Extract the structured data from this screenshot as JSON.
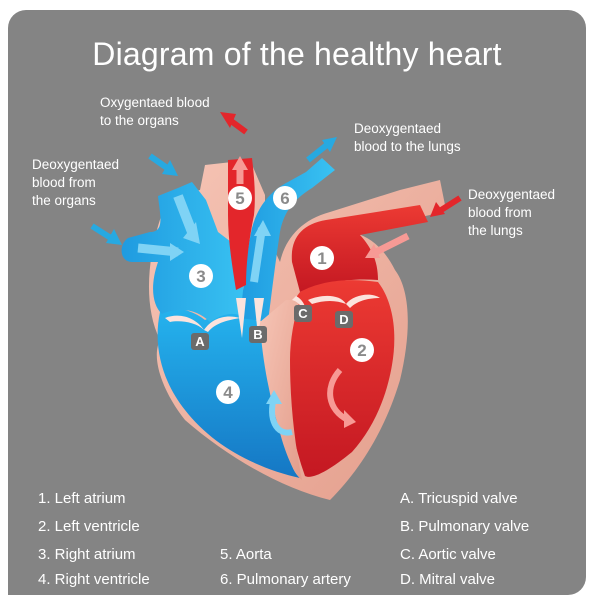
{
  "title": "Diagram of the healthy heart",
  "annotations": {
    "oxygenated_to_organs": "Oxygentaed blood\nto the organs",
    "deoxygenated_to_lungs": "Deoxygentaed\nblood to the lungs",
    "deoxygenated_from_organs": "Deoxygentaed\nblood from\nthe organs",
    "deoxygenated_from_lungs": "Deoxygentaed\nblood from\nthe lungs"
  },
  "markers": {
    "n1": "1",
    "n2": "2",
    "n3": "3",
    "n4": "4",
    "n5": "5",
    "n6": "6",
    "A": "A",
    "B": "B",
    "C": "C",
    "D": "D"
  },
  "legend": {
    "chambers": [
      "1.  Left atrium",
      "2.  Left ventricle",
      "3.  Right atrium",
      "4.  Right ventricle"
    ],
    "vessels": [
      "5.  Aorta",
      "6.  Pulmonary artery"
    ],
    "valves": [
      "A.  Tricuspid valve",
      "B.  Pulmonary valve",
      "C.  Aortic valve",
      "D.  Mitral valve"
    ]
  },
  "colors": {
    "background": "#848484",
    "oxygenated": "#e3262b",
    "deoxygenated": "#2aa6e1",
    "heart_wall": "#f0b5a4",
    "arrow_red": "#e3262b",
    "arrow_blue": "#27a9e1"
  }
}
